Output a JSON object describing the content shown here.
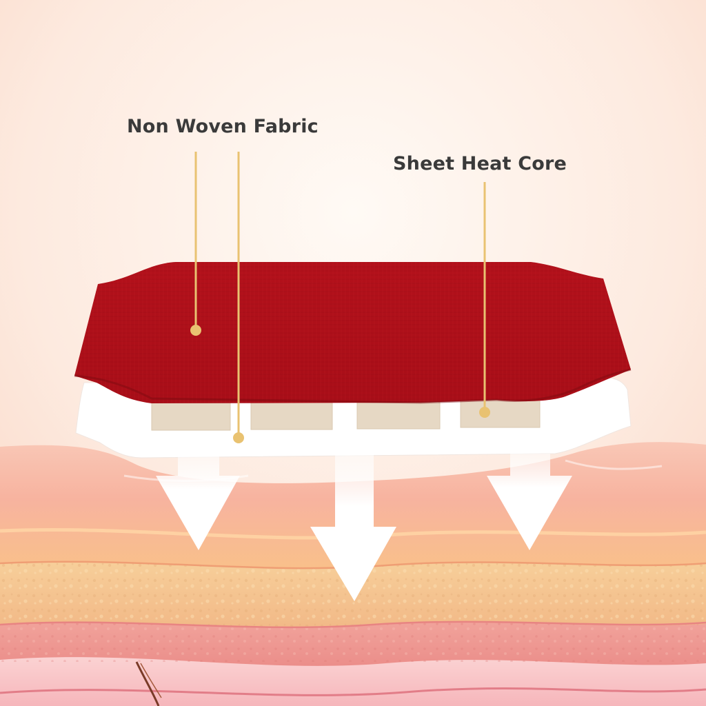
{
  "labels": {
    "non_woven_fabric": "Non Woven Fabric",
    "sheet_heat_core": "Sheet Heat Core"
  },
  "colors": {
    "background": "#fde8dc",
    "fabric_red": "#b8141d",
    "backing_white": "#ffffff",
    "heat_core": "#e6d8c4",
    "leader_gold": "#e9c271",
    "label_text": "#3a3a3a",
    "skin_epidermis": "#f7b19a",
    "skin_fat": "#f4c68f",
    "skin_dermis": "#f0a0a0",
    "heat_arrow": "#ffffff"
  },
  "heat_core_count": 4,
  "heat_arrow_count": 3
}
